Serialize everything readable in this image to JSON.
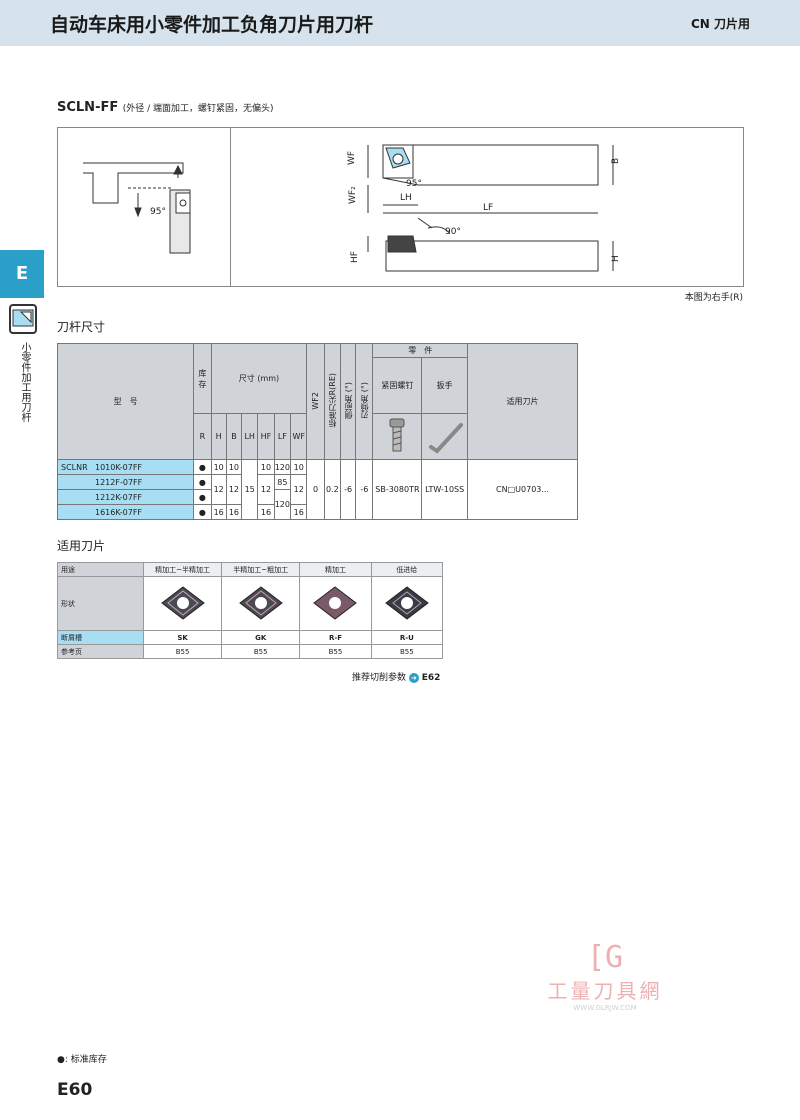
{
  "header": {
    "title": "自动车床用小零件加工负角刀片用刀杆",
    "right": "CN 刀片用"
  },
  "side": {
    "tab": "E",
    "label": "小零件加工用刀杆"
  },
  "section": {
    "code": "SCLN-FF",
    "desc": "(外径 / 端面加工，螺钉紧固，无偏头)"
  },
  "diagram": {
    "angle_left": "95°",
    "angle_top": "95°",
    "angle_side": "90°",
    "dims": {
      "wf": "WF",
      "wf2": "WF₂",
      "lh": "LH",
      "lf": "LF",
      "b": "B",
      "hf": "HF",
      "h": "H"
    },
    "note": "本图为右手(R)"
  },
  "spec_title": "刀杆尺寸",
  "spec": {
    "h_model": "型　号",
    "h_stock": "库存",
    "h_dims": "尺寸 (mm)",
    "h_re": "标准刀尖R(RE)",
    "h_side": "侧前角 (°)",
    "h_incl": "刃倾角 (°)",
    "h_parts": "零　件",
    "h_screw": "紧固螺钉",
    "h_wrench": "扳手",
    "h_insert": "适用刀片",
    "sub": [
      "R",
      "H",
      "B",
      "LH",
      "HF",
      "LF",
      "WF",
      "WF2"
    ],
    "prefix": "SCLNR",
    "rows": [
      {
        "model": "1010K-07FF",
        "stock": "●"
      },
      {
        "model": "1212F-07FF",
        "stock": "●"
      },
      {
        "model": "1212K-07FF",
        "stock": "●"
      },
      {
        "model": "1616K-07FF",
        "stock": "●"
      }
    ],
    "cells": {
      "h1": "10",
      "b1": "10",
      "hf1": "10",
      "lf1": "120",
      "wf1": "10",
      "h23": "12",
      "b23": "12",
      "lh": "15",
      "hf23": "12",
      "lf2": "85",
      "wf23": "12",
      "lf34": "120",
      "h4": "16",
      "b4": "16",
      "hf4": "16",
      "wf4": "16",
      "wf2": "0",
      "re": "0.2",
      "side": "-6",
      "incl": "-6",
      "screw": "SB-3080TR",
      "wrench": "LTW-10SS",
      "insert": "CN□U0703..."
    }
  },
  "inserts_title": "适用刀片",
  "inserts": {
    "h_use": "用途",
    "h_shape": "形状",
    "h_breaker": "断屑槽",
    "h_page": "参考页",
    "uses": [
      "精加工~半精加工",
      "半精加工~粗加工",
      "精加工",
      "低进给"
    ],
    "breakers": [
      "SK",
      "GK",
      "R-F",
      "R-U"
    ],
    "pages": [
      "B55",
      "B55",
      "B55",
      "B55"
    ]
  },
  "recommend": {
    "text": "推荐切削参数",
    "page": "E62"
  },
  "watermark": {
    "logo": "[G",
    "text": "工量刀具網",
    "url": "WWW.GLRJW.COM"
  },
  "legend": "●: 标准库存",
  "page_no": "E60",
  "colors": {
    "header_bg": "#d6e3ec",
    "accent": "#2a9fc8",
    "cyan": "#a7def3",
    "gray": "#d0d4d8"
  }
}
